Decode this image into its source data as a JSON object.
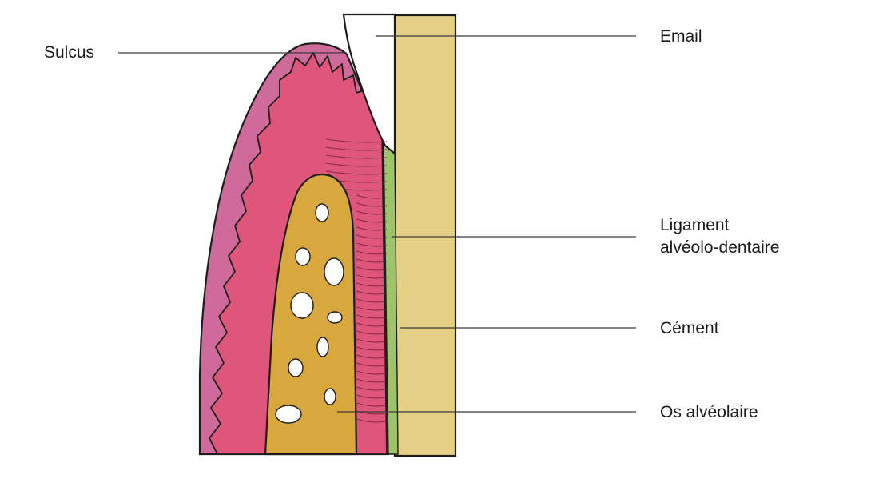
{
  "labels": {
    "sulcus": "Sulcus",
    "email": "Email",
    "ligament_line1": "Ligament",
    "ligament_line2": "alvéolo-dentaire",
    "cement": "Cément",
    "bone": "Os alvéolaire"
  },
  "colors": {
    "gum_outer": "#cf6b9a",
    "gum_inner": "#e0557a",
    "bone": "#d8a83f",
    "tooth": "#e4d084",
    "enamel": "#ffffff",
    "ligament": "#9ec46a",
    "outline": "#1c1c1c"
  }
}
